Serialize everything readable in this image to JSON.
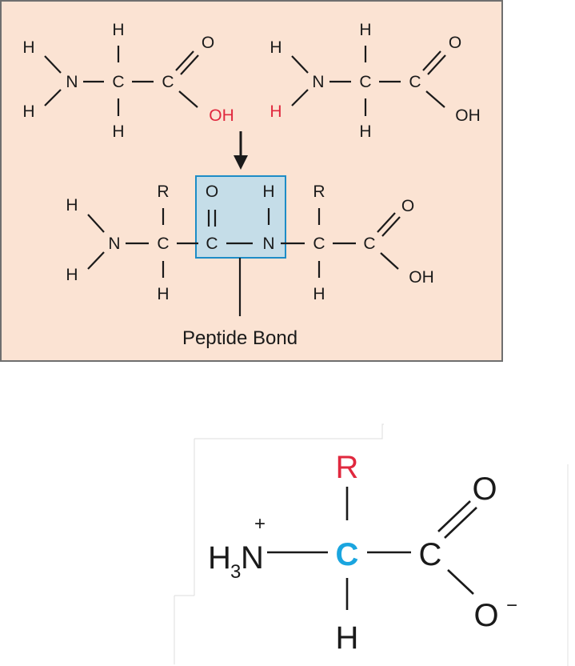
{
  "colors": {
    "panel_background": "#fbe3d3",
    "panel_border": "#6f6f6f",
    "highlight_box": "#c5dde8",
    "highlight_border": "#1d8cc6",
    "red_atom": "#e0283e",
    "alpha_carbon": "#1aa5df",
    "black": "#1a1a1a"
  },
  "reactants": {
    "left": {
      "h_top": "H",
      "h_bottom": "H",
      "h_n_upper": "H",
      "h_n_lower": "H",
      "n": "N",
      "ca": "C",
      "c": "C",
      "o": "O",
      "oh": "OH"
    },
    "right": {
      "h_top": "H",
      "h_bottom": "H",
      "h_n_upper": "H",
      "h_n_lower": "H",
      "n": "N",
      "ca": "C",
      "c": "C",
      "o": "O",
      "oh": "OH"
    }
  },
  "arrow_icon": "down-arrow",
  "product": {
    "r_left": "R",
    "r_right": "R",
    "h_bottom_left": "H",
    "h_bottom_right": "H",
    "h_n_upper": "H",
    "h_n_lower": "H",
    "n_left": "N",
    "ca_left": "C",
    "c_carbonyl": "C",
    "o_carbonyl": "O",
    "n_amide": "N",
    "h_amide": "H",
    "ca_right": "C",
    "c_terminal": "C",
    "o_terminal": "O",
    "oh_terminal": "OH",
    "label": "Peptide Bond"
  },
  "zwitterion": {
    "r": "R",
    "h3": "H",
    "h3_sub": "3",
    "n": "N",
    "charge_plus": "+",
    "ca": "C",
    "c": "C",
    "o_double": "O",
    "o_single": "O",
    "charge_minus": "−",
    "h": "H"
  }
}
